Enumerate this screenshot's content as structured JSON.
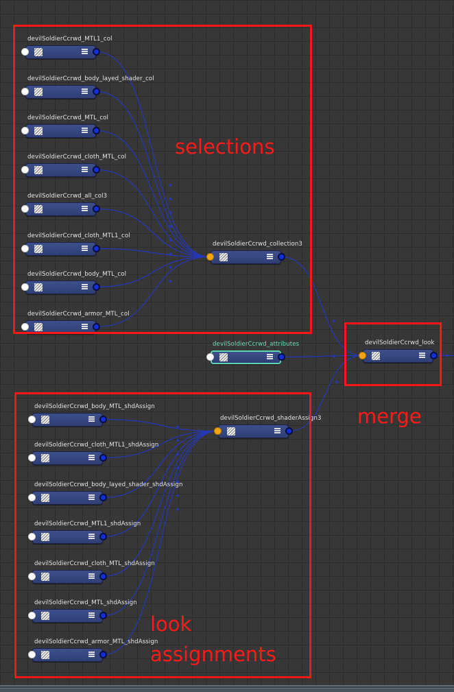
{
  "graph": {
    "collections": [
      "devilSoldierCcrwd_MTL1_col",
      "devilSoldierCcrwd_body_layed_shader_col",
      "devilSoldierCcrwd_MTL_col",
      "devilSoldierCcrwd_cloth_MTL_col",
      "devilSoldierCcrwd_all_col3",
      "devilSoldierCcrwd_cloth_MTL1_col",
      "devilSoldierCcrwd_body_MTL_col",
      "devilSoldierCcrwd_armor_MTL_col"
    ],
    "collection_merge": "devilSoldierCcrwd_collection3",
    "attributes": "devilSoldierCcrwd_attributes",
    "look": "devilSoldierCcrwd_look",
    "shader_assign_merge": "devilSoldierCcrwd_shaderAssign3",
    "shader_assigns": [
      "devilSoldierCcrwd_body_MTL_shdAssign",
      "devilSoldierCcrwd_cloth_MTL1_shdAssign",
      "devilSoldierCcrwd_body_layed_shader_shdAssign",
      "devilSoldierCcrwd_MTL1_shdAssign",
      "devilSoldierCcrwd_cloth_MTL_shdAssign",
      "devilSoldierCcrwd_MTL_shdAssign",
      "devilSoldierCcrwd_armor_MTL_shdAssign"
    ]
  },
  "annotations": {
    "selections": "selections",
    "merge": "merge",
    "look_line1": "look",
    "look_line2": "assignments"
  },
  "colors": {
    "node_fill": "#34447e",
    "wire": "#2438b8",
    "highlight": "#ff1515",
    "input_port_white": "#ffffff",
    "input_port_orange": "#f2a414",
    "output_port": "#1030d8",
    "attributes_outline": "#5fd6b0"
  }
}
